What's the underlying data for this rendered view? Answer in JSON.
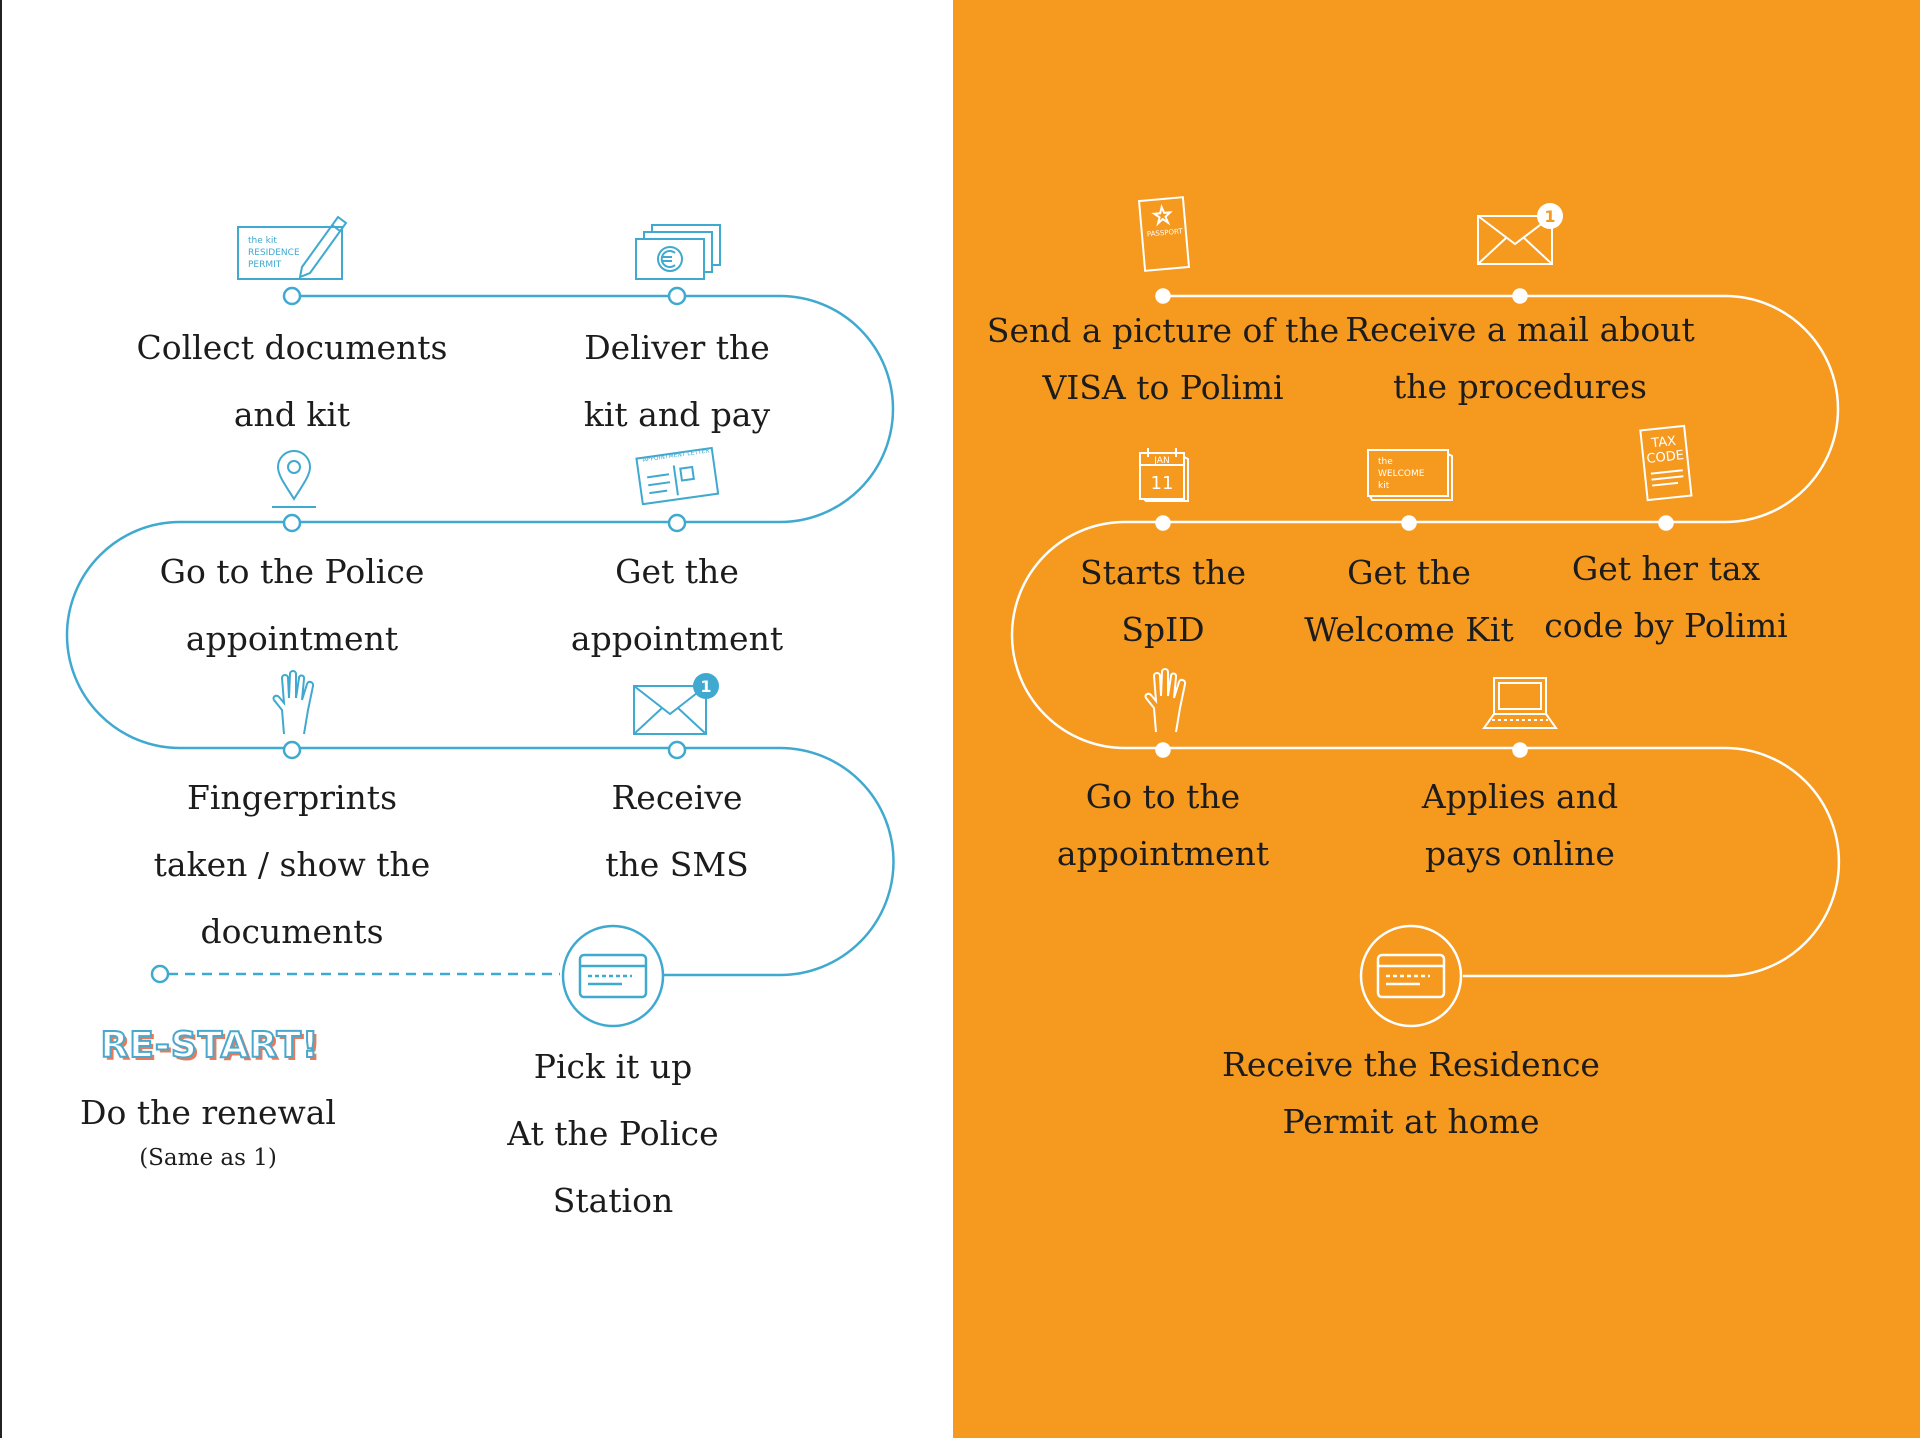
{
  "colors": {
    "blue_line": "#3FA9CF",
    "orange_bg": "#F5991F",
    "white_line": "#FFFFFF",
    "text": "#1C1C1C",
    "restart_fill": "#FFFFFF",
    "restart_stroke": "#4AA8CC",
    "restart_shadow": "#E9795A"
  },
  "left": {
    "steps": [
      {
        "lines": [
          "Collect documents",
          "and kit"
        ],
        "icon": "residence-permit-kit-icon",
        "icon_text": [
          "the kit",
          "RESIDENCE",
          "PERMIT"
        ]
      },
      {
        "lines": [
          "Deliver the",
          "kit and pay"
        ],
        "icon": "euro-banknotes-icon"
      },
      {
        "lines": [
          "Go to the Police",
          "appointment"
        ],
        "icon": "location-pin-icon"
      },
      {
        "lines": [
          "Get the",
          "appointment"
        ],
        "icon": "appointment-letter-icon",
        "icon_text": [
          "APPOINTMENT LETTER"
        ]
      },
      {
        "lines": [
          "Fingerprints",
          "taken / show the",
          "documents"
        ],
        "icon": "hand-icon"
      },
      {
        "lines": [
          "Receive",
          "the SMS"
        ],
        "icon": "envelope-notification-icon",
        "badge": "1"
      },
      {
        "lines": [
          "Pick it up",
          "At the Police",
          "Station"
        ],
        "icon": "card-icon"
      }
    ],
    "restart": {
      "title": "RE-START!",
      "text": "Do the  renewal",
      "note": "(Same as 1)"
    }
  },
  "right": {
    "steps": [
      {
        "lines": [
          "Send a picture of the",
          "VISA to Polimi"
        ],
        "icon": "passport-icon",
        "icon_text": [
          "PASSPORT"
        ]
      },
      {
        "lines": [
          "Receive a mail about",
          "the procedures"
        ],
        "icon": "envelope-notification-icon",
        "badge": "1"
      },
      {
        "lines": [
          "Starts the",
          "SpID"
        ],
        "icon": "calendar-icon",
        "icon_text": [
          "JAN",
          "11"
        ]
      },
      {
        "lines": [
          "Get the",
          "Welcome Kit"
        ],
        "icon": "welcome-kit-icon",
        "icon_text": [
          "the",
          "WELCOME",
          "kit"
        ]
      },
      {
        "lines": [
          "Get her tax",
          "code by Polimi"
        ],
        "icon": "tax-code-icon",
        "icon_text": [
          "TAX",
          "CODE"
        ]
      },
      {
        "lines": [
          "Go to the",
          "appointment"
        ],
        "icon": "hand-icon"
      },
      {
        "lines": [
          "Applies and",
          "pays online"
        ],
        "icon": "laptop-icon"
      },
      {
        "lines": [
          "Receive the Residence",
          "Permit at home"
        ],
        "icon": "card-icon"
      }
    ]
  }
}
